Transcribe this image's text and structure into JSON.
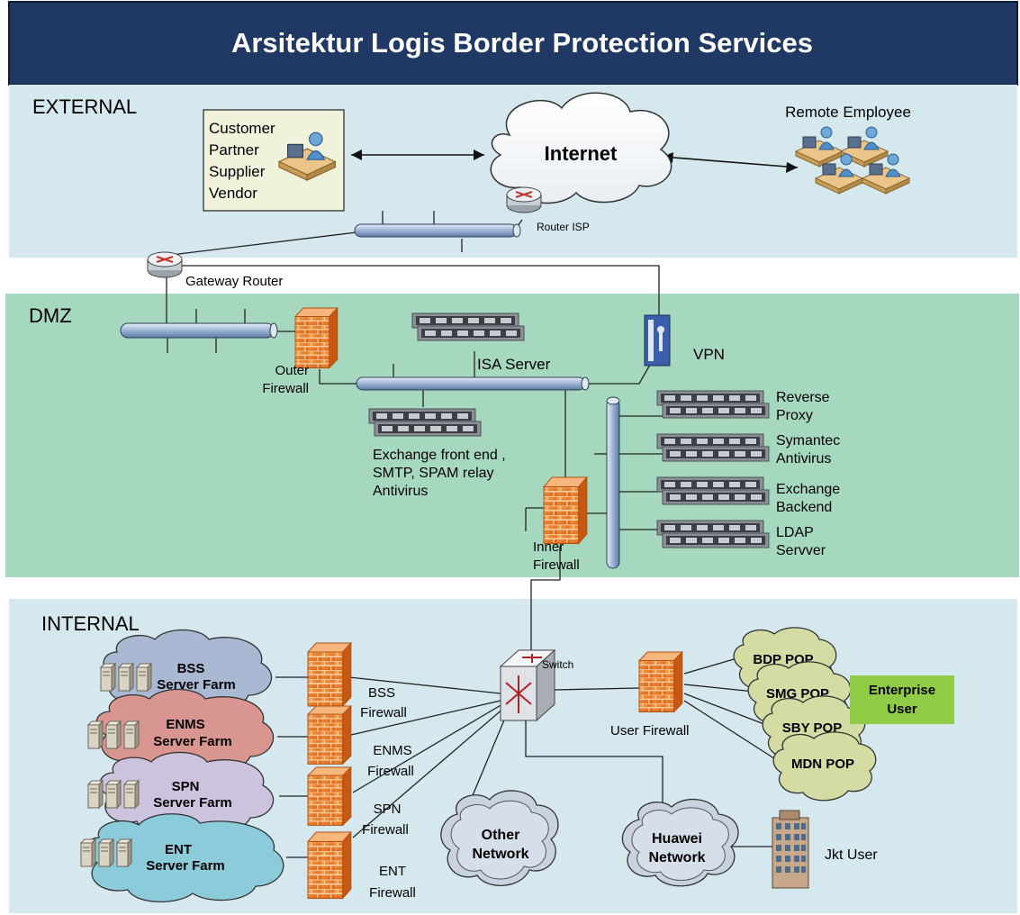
{
  "title": "Arsitektur Logis Border Protection Services",
  "zones": {
    "external": "EXTERNAL",
    "dmz": "DMZ",
    "internal": "INTERNAL"
  },
  "external": {
    "partner_box": [
      "Customer",
      "Partner",
      "Supplier",
      "Vendor"
    ],
    "internet": "Internet",
    "remote_employee": "Remote Employee",
    "router_isp": "Router ISP",
    "gateway_router": "Gateway Router"
  },
  "dmz": {
    "outer_firewall": [
      "Outer",
      "Firewall"
    ],
    "isa_server": "ISA Server",
    "vpn": "VPN",
    "exchange_front": [
      "Exchange front end ,",
      "SMTP, SPAM relay",
      "Antivirus"
    ],
    "inner_firewall": [
      "Inner",
      "Firewall"
    ],
    "servers": [
      [
        "Reverse",
        "Proxy"
      ],
      [
        "Symantec",
        "Antivirus"
      ],
      [
        "Exchange",
        "Backend"
      ],
      [
        "LDAP",
        "Servver"
      ]
    ]
  },
  "internal": {
    "switch": "Switch",
    "farms": [
      {
        "line1": "BSS",
        "line2": "Server Farm",
        "color": "#a9b9d4"
      },
      {
        "line1": "ENMS",
        "line2": "Server Farm",
        "color": "#d99690"
      },
      {
        "line1": "SPN",
        "line2": "Server Farm",
        "color": "#cdc3de"
      },
      {
        "line1": "ENT",
        "line2": "Server Farm",
        "color": "#8ccbd9"
      }
    ],
    "farm_firewalls": [
      [
        "BSS",
        "Firewall"
      ],
      [
        "ENMS",
        "Firewall"
      ],
      [
        "SPN",
        "Firewall"
      ],
      [
        "ENT",
        "Firewall"
      ]
    ],
    "other_network": [
      "Other",
      "Network"
    ],
    "huawei_network": [
      "Huawei",
      "Network"
    ],
    "jkt_user": "Jkt User",
    "user_firewall": "User Firewall",
    "pops": [
      "BDP POP",
      "SMG POP",
      "SBY POP",
      "MDN POP"
    ],
    "enterprise_user": [
      "Enterprise",
      "User"
    ]
  },
  "colors": {
    "title_bg": "#1f3864",
    "external_bg": "#d4e8ee",
    "dmz_bg": "#a6d8bf",
    "internal_bg": "#d4e8ee",
    "pop_cloud": "#d4dca4",
    "enterprise_bg": "#8fcb45",
    "firewall": "#e8772a"
  }
}
